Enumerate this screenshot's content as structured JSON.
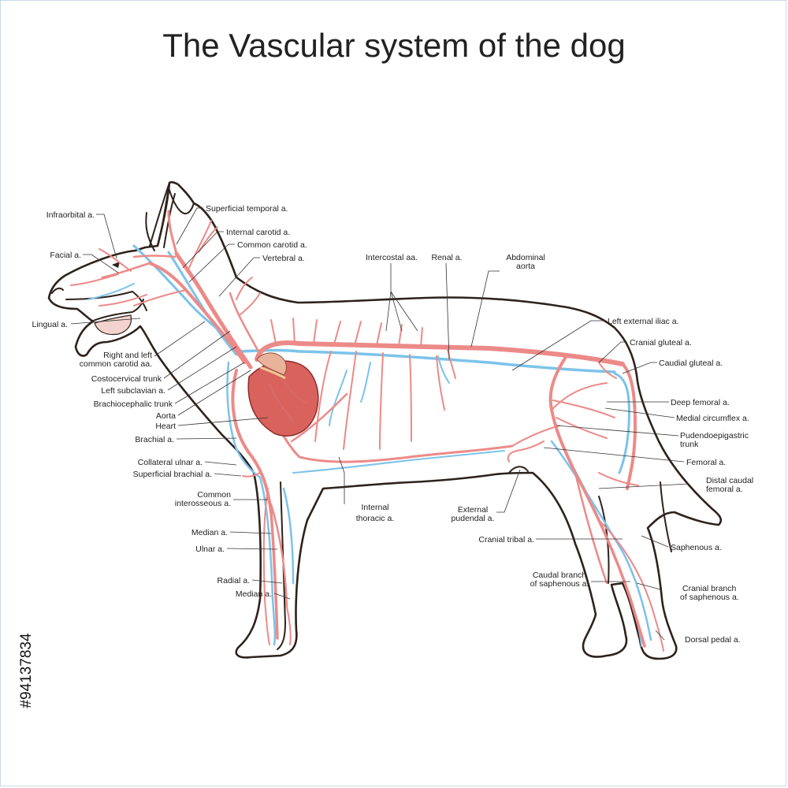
{
  "title": "The Vascular system of the dog",
  "stamp": "#94137834",
  "colors": {
    "artery": "#ec8a88",
    "vein": "#7cc3ea",
    "outline": "#2e221c",
    "heart": "#d9625d"
  },
  "labels_left": [
    "Infraorbital a.",
    "Facial a.",
    "Lingual a.",
    "Right and left",
    "common carotid aa.",
    "Costocervical trunk",
    "Left subclavian a.",
    "Brachiocephalic trunk",
    "Aorta",
    "Heart",
    "Brachial a.",
    "Collateral ulnar a.",
    "Superficial brachial a.",
    "Common",
    "interosseous a.",
    "Median a.",
    "Ulnar a.",
    "Radial a.",
    "Median a."
  ],
  "labels_top": [
    "Superficial temporal a.",
    "Internal carotid a.",
    "Common carotid a.",
    "Vertebral a.",
    "Intercostal aa.",
    "Renal a.",
    "Abdominal",
    "aorta"
  ],
  "labels_middle": [
    "Internal",
    "thoracic a.",
    "External",
    "pudendal a.",
    "Cranial tribal a.",
    "Caudal branch",
    "of saphenous a."
  ],
  "labels_right": [
    "Left external iliac a.",
    "Cranial gluteal a.",
    "Caudial gluteal a.",
    "Deep femoral a.",
    "Medial circumflex a.",
    "Pudendoepigastric",
    "trunk",
    "Femoral a.",
    "Distal caudal",
    "femoral a.",
    "Saphenous a.",
    "Cranial branch",
    "of saphenous a.",
    "Dorsal pedal a."
  ]
}
